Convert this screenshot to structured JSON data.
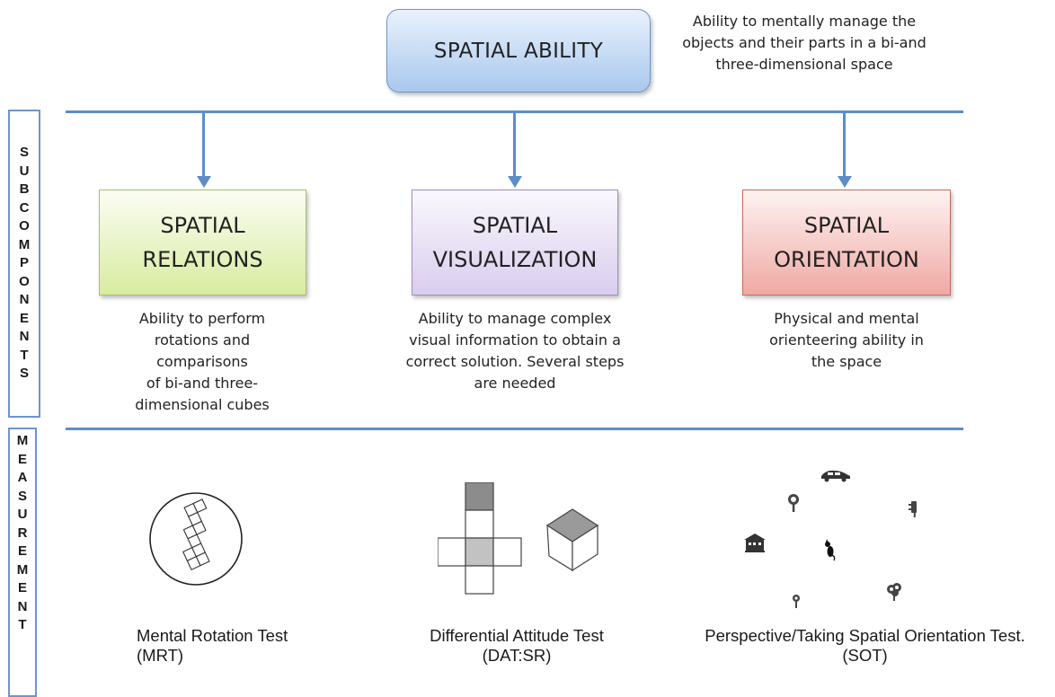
{
  "top": {
    "title": "SPATIAL ABILITY",
    "description_lines": [
      "Ability to mentally manage the",
      "objects and their parts in a bi-and",
      "three-dimensional space"
    ]
  },
  "side_labels": {
    "subcomponents": [
      "S",
      "U",
      "B",
      "C",
      "O",
      "M",
      "P",
      "O",
      "N",
      "E",
      "N",
      "T",
      "S"
    ],
    "measurement": [
      "M",
      "E",
      "A",
      "S",
      "U",
      "R",
      "E",
      "M",
      "E",
      "N",
      "T"
    ]
  },
  "subcomponents": [
    {
      "title_lines": [
        "SPATIAL",
        "RELATIONS"
      ],
      "color": "#d8ec9f",
      "description_lines": [
        "Ability to perform",
        "rotations and comparisons",
        "of bi-and three-",
        "dimensional cubes"
      ]
    },
    {
      "title_lines": [
        "SPATIAL",
        "VISUALIZATION"
      ],
      "color": "#d9cdee",
      "description_lines": [
        "Ability to manage complex",
        "visual information to obtain a",
        "correct solution. Several steps",
        "are needed"
      ]
    },
    {
      "title_lines": [
        "SPATIAL",
        "ORIENTATION"
      ],
      "color": "#f0a9a4",
      "description_lines": [
        "Physical and mental",
        "orienteering ability in",
        "the space"
      ]
    }
  ],
  "tests": [
    {
      "lines": [
        "Mental Rotation Test",
        "(MRT)"
      ],
      "image": "mental-rotation-figure"
    },
    {
      "lines": [
        "Differential Attitude Test",
        "(DAT:SR)"
      ],
      "image": "cube-net-figure"
    },
    {
      "lines": [
        "Perspective/Taking Spatial Orientation Test.",
        "(SOT)"
      ],
      "image": "spatial-orientation-map"
    }
  ],
  "colors": {
    "connector": "#5d8cc6",
    "top_box": "#a9c8ee"
  }
}
